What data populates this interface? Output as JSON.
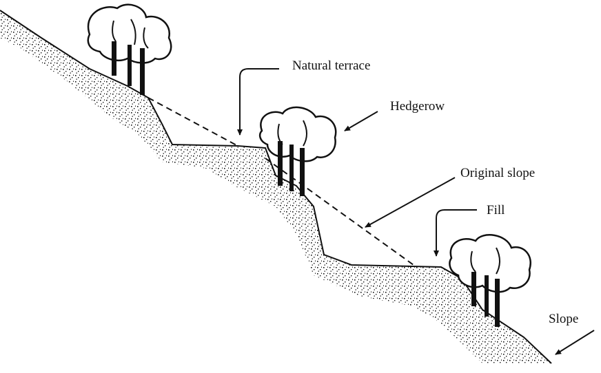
{
  "labels": {
    "natural_terrace": "Natural terrace",
    "hedgerow": "Hedgerow",
    "original_slope": "Original slope",
    "fill": "Fill",
    "slope": "Slope"
  },
  "colors": {
    "ink": "#111111",
    "background": "#ffffff"
  }
}
